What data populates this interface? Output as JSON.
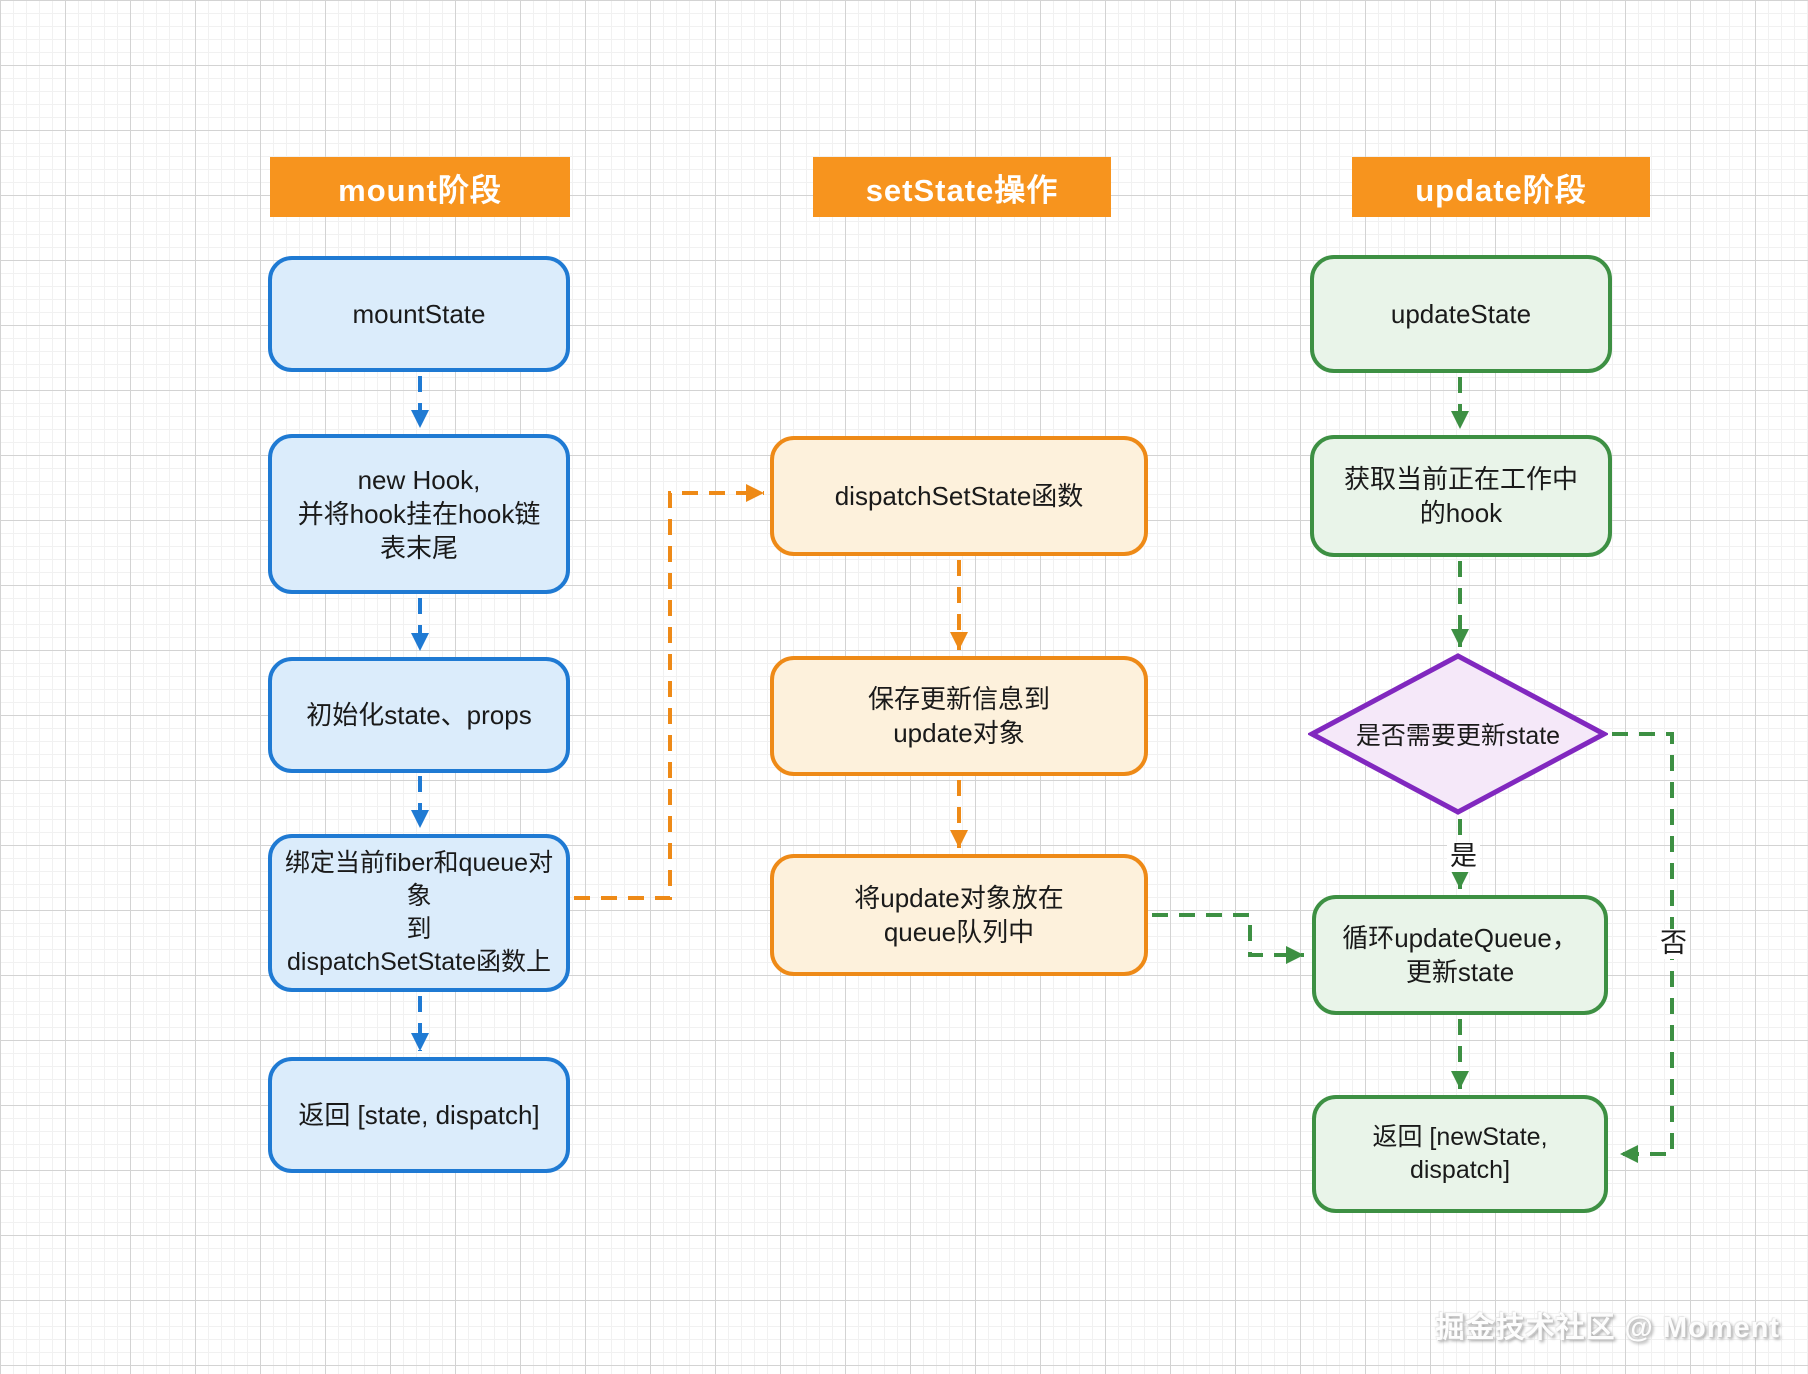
{
  "diagram": {
    "type": "flowchart",
    "columns": [
      {
        "title": "mount阶段",
        "accent_color": "#1F7AD3",
        "fill_color": "#DBECFB",
        "nodes": [
          {
            "id": "m1",
            "label": "mountState"
          },
          {
            "id": "m2",
            "label": "new Hook,\n并将hook挂在hook链\n表末尾"
          },
          {
            "id": "m3",
            "label": "初始化state、props"
          },
          {
            "id": "m4",
            "label": "绑定当前fiber和queue对象\n到\ndispatchSetState函数上"
          },
          {
            "id": "m5",
            "label": "返回 [state, dispatch]"
          }
        ]
      },
      {
        "title": "setState操作",
        "accent_color": "#EE8A17",
        "fill_color": "#FDF1DC",
        "nodes": [
          {
            "id": "s1",
            "label": "dispatchSetState函数"
          },
          {
            "id": "s2",
            "label": "保存更新信息到\nupdate对象"
          },
          {
            "id": "s3",
            "label": "将update对象放在\nqueue队列中"
          }
        ]
      },
      {
        "title": "update阶段",
        "accent_color": "#3D9043",
        "fill_color": "#E9F4E9",
        "decision_accent_color": "#8128BF",
        "decision_fill_color": "#F5E8F9",
        "nodes": [
          {
            "id": "u1",
            "label": "updateState"
          },
          {
            "id": "u2",
            "label": "获取当前正在工作中\n的hook"
          },
          {
            "id": "d1",
            "label": "是否需要更新state",
            "shape": "diamond"
          },
          {
            "id": "u3",
            "label": "循环updateQueue，\n更新state"
          },
          {
            "id": "u4",
            "label": "返回 [newState, dispatch]"
          }
        ]
      }
    ],
    "edges": [
      {
        "from": "m1",
        "to": "m2",
        "style": "blue-dashed"
      },
      {
        "from": "m2",
        "to": "m3",
        "style": "blue-dashed"
      },
      {
        "from": "m3",
        "to": "m4",
        "style": "blue-dashed"
      },
      {
        "from": "m4",
        "to": "m5",
        "style": "blue-dashed"
      },
      {
        "from": "m4",
        "to": "s1",
        "style": "orange-dashed"
      },
      {
        "from": "s1",
        "to": "s2",
        "style": "orange-dashed"
      },
      {
        "from": "s2",
        "to": "s3",
        "style": "orange-dashed"
      },
      {
        "from": "s3",
        "to": "u3",
        "style": "green-dashed"
      },
      {
        "from": "u1",
        "to": "u2",
        "style": "green-dashed"
      },
      {
        "from": "u2",
        "to": "d1",
        "style": "green-dashed"
      },
      {
        "from": "d1",
        "to": "u3",
        "style": "green-dashed",
        "label": "是"
      },
      {
        "from": "d1",
        "to": "u4",
        "style": "green-dashed",
        "label": "否"
      },
      {
        "from": "u3",
        "to": "u4",
        "style": "green-dashed"
      }
    ],
    "edge_labels": {
      "yes": "是",
      "no": "否"
    },
    "header_bg_color": "#F7941E",
    "watermark": "掘金技术社区 @ Moment"
  }
}
